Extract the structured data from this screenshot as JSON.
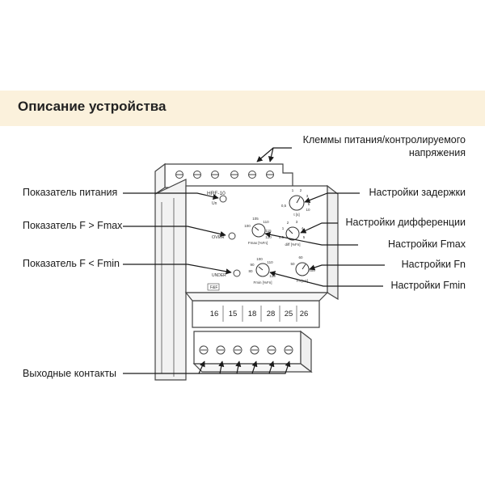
{
  "header": {
    "title": "Описание устройства"
  },
  "device": {
    "model": "HRF-10",
    "indicators": {
      "power": "Un",
      "over": "OVER",
      "under": "UNDER"
    },
    "logo": "F&F",
    "dials": {
      "delay": {
        "scale": [
          "1",
          "2",
          "3",
          "5",
          "0,5",
          "10"
        ],
        "unit": "t [s]"
      },
      "diff": {
        "scale": [
          "2",
          "3",
          "1",
          "4",
          "0,5",
          "5"
        ],
        "unit": "diff [%Fn]"
      },
      "fmax": {
        "scale": [
          "105",
          "110",
          "100",
          "115",
          "120"
        ],
        "unit": "Fmax [%Fn]"
      },
      "fn": {
        "scale": [
          "60",
          "50",
          "400"
        ],
        "unit": "Fn [Hz]"
      },
      "fmin": {
        "scale": [
          "100",
          "110",
          "80",
          "90",
          "120"
        ],
        "unit": "Fmin [%Fn]"
      }
    },
    "terminals_bottom": [
      "16",
      "15",
      "18",
      "28",
      "25",
      "26"
    ]
  },
  "labels": {
    "left": {
      "power_indicator": "Показатель питания",
      "f_over": "Показатель F > Fmax",
      "f_under": "Показатель F < Fmin",
      "output_contacts": "Выходные контакты"
    },
    "right": {
      "supply_terminals_1": "Клеммы питания/контролируемого",
      "supply_terminals_2": "напряжения",
      "delay_settings": "Настройки задержки",
      "diff_settings": "Настройки дифференции",
      "fmax_settings": "Настройки Fmax",
      "fn_settings": "Настройки Fn",
      "fmin_settings": "Настройки Fmin"
    }
  }
}
